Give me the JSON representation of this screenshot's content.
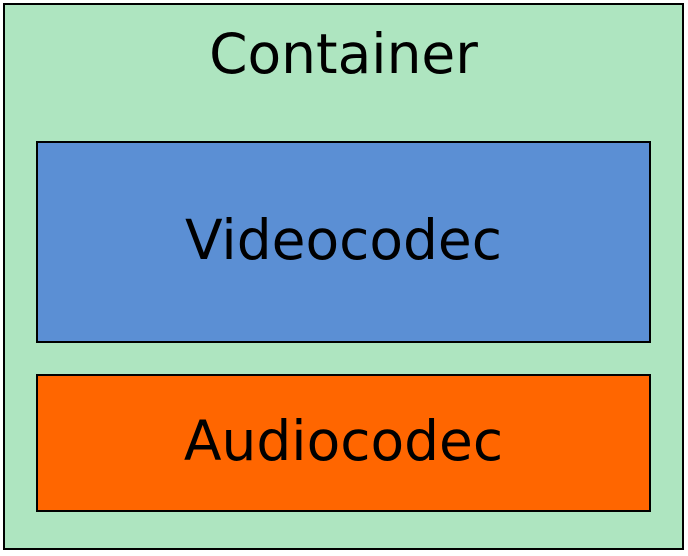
{
  "diagram": {
    "type": "nested-block-diagram",
    "title": "Container",
    "outer": {
      "label": "Container",
      "fill_color": "#aee5c0",
      "border_color": "#000000",
      "text_color": "#000000"
    },
    "blocks": [
      {
        "label": "Videocodec",
        "fill_color": "#5b8fd4",
        "border_color": "#000000",
        "text_color": "#000000"
      },
      {
        "label": "Audiocodec",
        "fill_color": "#ff6600",
        "border_color": "#000000",
        "text_color": "#000000"
      }
    ]
  }
}
